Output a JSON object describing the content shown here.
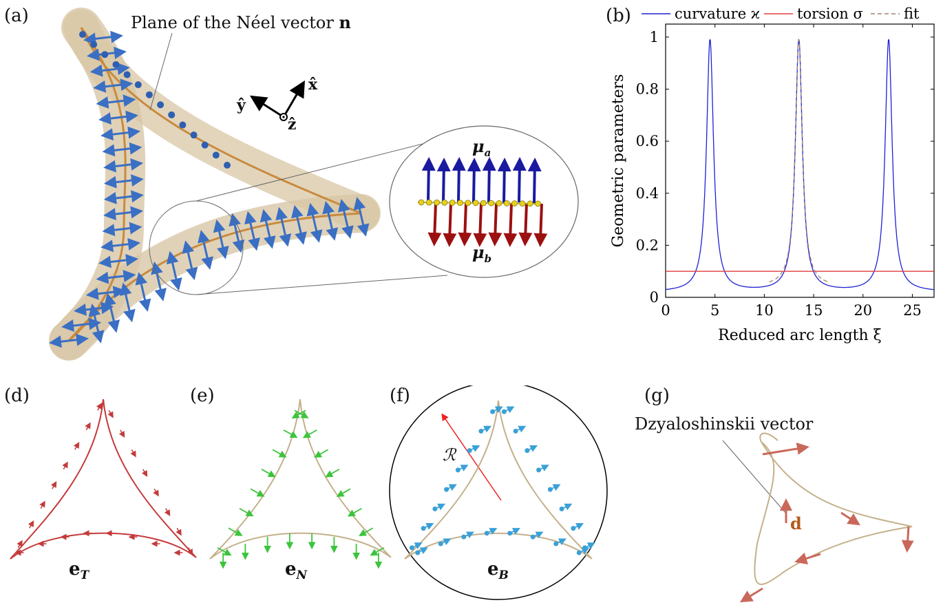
{
  "panels": {
    "a": "(a)",
    "b": "(b)",
    "d": "(d)",
    "e": "(e)",
    "f": "(f)",
    "g": "(g)"
  },
  "panel_a": {
    "annotation_prefix": "Plane of the Néel vector ",
    "annotation_bold": "n",
    "axis_x": "x̂",
    "axis_y": "ŷ",
    "axis_z": "ẑ",
    "mu_a": "μ",
    "mu_a_sub": "a",
    "mu_b": "μ",
    "mu_b_sub": "b"
  },
  "panel_d": {
    "label_main": "e",
    "label_sub": "T"
  },
  "panel_e": {
    "label_main": "e",
    "label_sub": "N"
  },
  "panel_f": {
    "label_main": "e",
    "label_sub": "B",
    "radius_label": "ℛ"
  },
  "panel_g": {
    "annotation": "Dzyaloshinskii vector",
    "vector_label": "d"
  },
  "colors": {
    "curvature": "#1f1fd6",
    "torsion": "#e23b3b",
    "fit": "#a0826d",
    "tube": "#d8c7a6",
    "arrow_blue": "#3a6fc4",
    "mu_a": "#1a1aa0",
    "mu_b": "#9c1010",
    "et": "#c43a3a",
    "en": "#3cc43c",
    "eb": "#3aa0d8",
    "dvec": "#c9685a"
  },
  "chart_data": {
    "type": "line",
    "xlabel": "Reduced arc length ξ",
    "ylabel": "Geometric parameters",
    "xlim": [
      0,
      27.2
    ],
    "ylim": [
      0,
      1.05
    ],
    "xticks": [
      0,
      5,
      10,
      15,
      20,
      25
    ],
    "yticks": [
      0,
      0.2,
      0.4,
      0.6,
      0.8,
      1
    ],
    "legend_position": "top",
    "series": [
      {
        "name": "curvature ϰ",
        "style": "solid",
        "peaks_at": [
          4.5,
          13.5,
          22.6
        ],
        "peak_value": 0.99,
        "min_value": 0.02
      },
      {
        "name": "torsion σ",
        "style": "solid",
        "constant": 0.1
      },
      {
        "name": "fit",
        "style": "dashed",
        "range": [
          10.5,
          16.5
        ],
        "peak_at": 13.5,
        "peak_value": 0.99
      }
    ]
  }
}
